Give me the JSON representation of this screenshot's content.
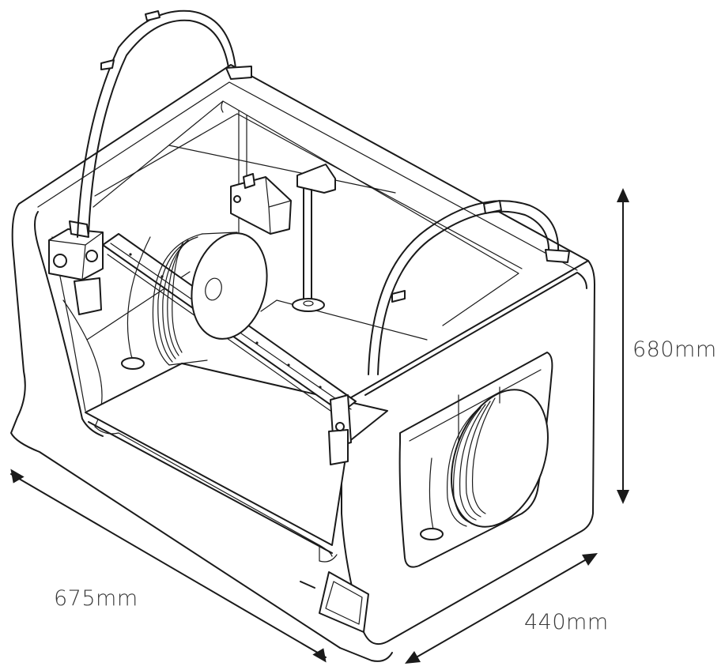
{
  "dimensions": {
    "depth": "675mm",
    "width": "440mm",
    "height": "680mm"
  },
  "colors": {
    "line": "#1a1a1a",
    "label": "#3a3a3a",
    "background": "#ffffff"
  }
}
